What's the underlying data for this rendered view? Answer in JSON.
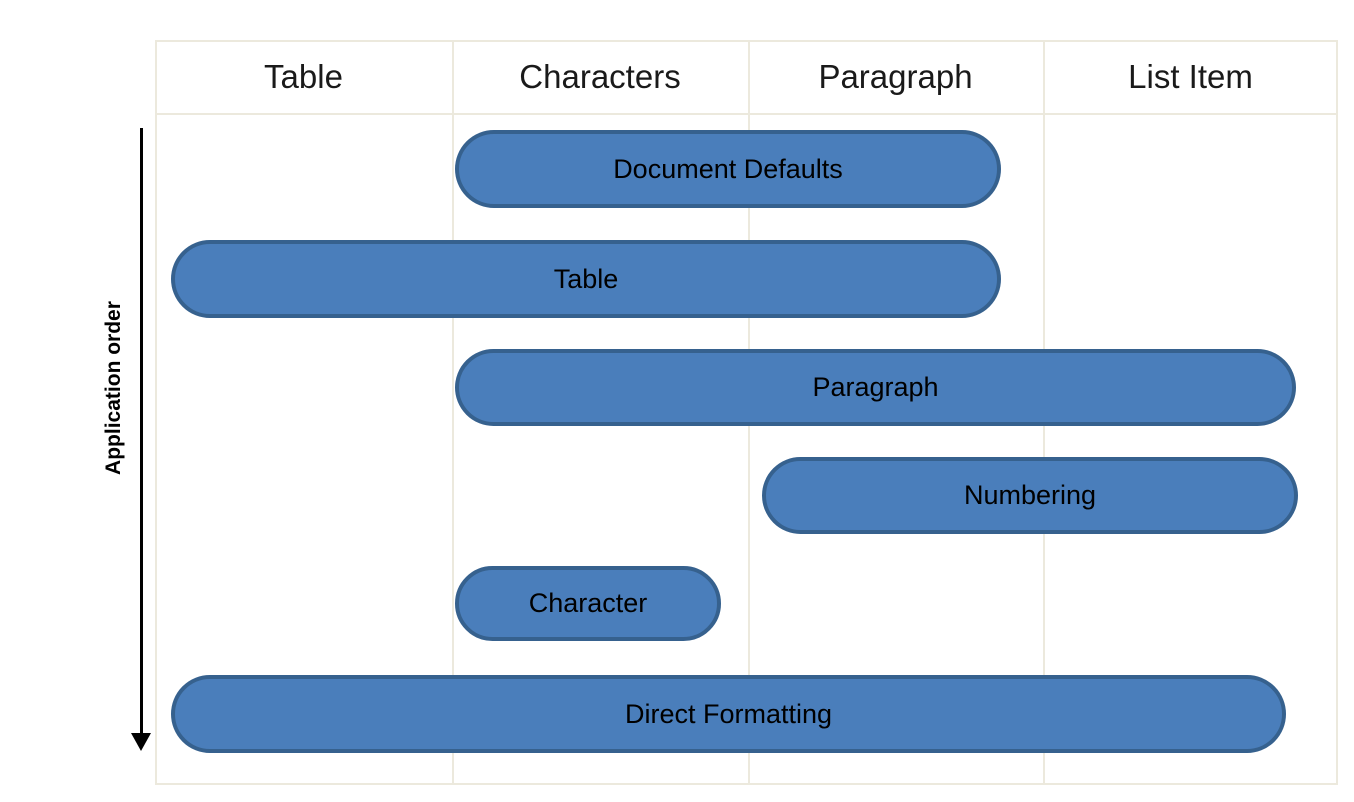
{
  "diagram": {
    "axis": {
      "label": "Application order"
    },
    "header": {
      "columns": [
        {
          "label": "Table"
        },
        {
          "label": "Characters"
        },
        {
          "label": "Paragraph"
        },
        {
          "label": "List Item"
        }
      ]
    },
    "bars": [
      {
        "label": "Document Defaults",
        "columns_spanned": [
          "Characters",
          "Paragraph"
        ]
      },
      {
        "label": "Table",
        "columns_spanned": [
          "Table",
          "Characters",
          "Paragraph"
        ]
      },
      {
        "label": "Paragraph",
        "columns_spanned": [
          "Characters",
          "Paragraph",
          "List Item"
        ]
      },
      {
        "label": "Numbering",
        "columns_spanned": [
          "Paragraph",
          "List Item"
        ]
      },
      {
        "label": "Character",
        "columns_spanned": [
          "Characters"
        ]
      },
      {
        "label": "Direct Formatting",
        "columns_spanned": [
          "Table",
          "Characters",
          "Paragraph",
          "List Item"
        ]
      }
    ],
    "colors": {
      "bar_fill": "#4a7ebb",
      "bar_border": "#36618e",
      "grid_line": "#ece9dd",
      "arrow": "#000000",
      "text": "#000000",
      "background": "#ffffff"
    }
  }
}
